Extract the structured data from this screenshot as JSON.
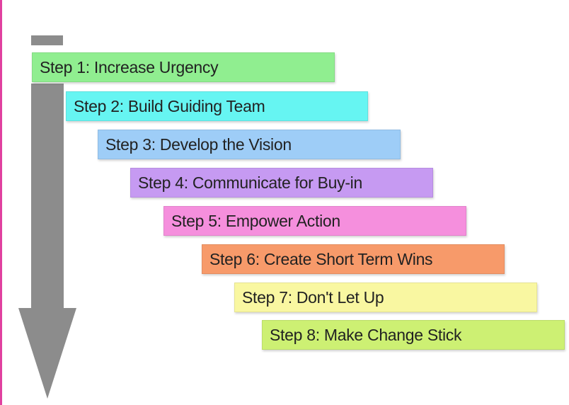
{
  "steps": [
    {
      "label": "Step 1: Increase Urgency",
      "color": "#90ee90"
    },
    {
      "label": "Step 2: Build Guiding Team",
      "color": "#66f5f2"
    },
    {
      "label": "Step 3: Develop the Vision",
      "color": "#9ecdf7"
    },
    {
      "label": "Step 4: Communicate for Buy-in",
      "color": "#c69af2"
    },
    {
      "label": "Step 5: Empower Action",
      "color": "#f58fdd"
    },
    {
      "label": "Step 6: Create Short Term Wins",
      "color": "#f79a6a"
    },
    {
      "label": "Step 7: Don't Let Up",
      "color": "#f9f7a1"
    },
    {
      "label": "Step 8: Make Change Stick",
      "color": "#cdf073"
    }
  ],
  "colors": {
    "arrow": "#8c8c8c",
    "border": "#e0409f"
  },
  "icons": {
    "arrow": "down-arrow-icon"
  }
}
